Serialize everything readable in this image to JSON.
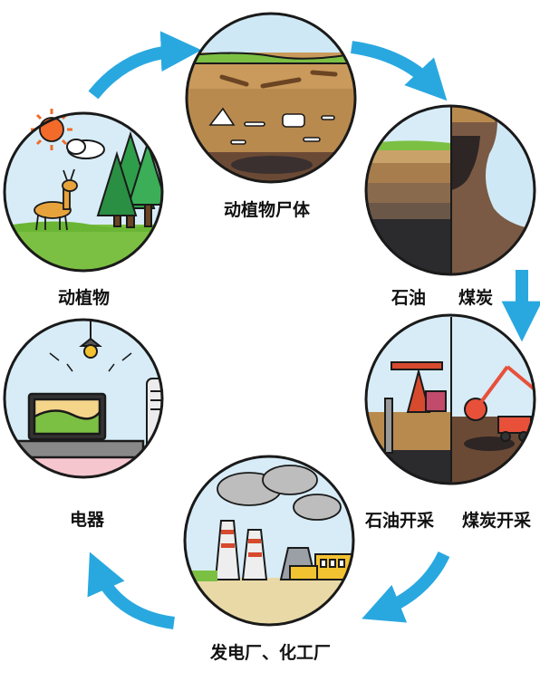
{
  "labels": {
    "plants_animals": "动植物",
    "remains": "动植物尸体",
    "oil": "石油",
    "coal": "煤炭",
    "oil_mining": "石油开采",
    "coal_mining": "煤炭开采",
    "plants": "发电厂、化工厂",
    "appliances": "电器"
  },
  "colors": {
    "arrow": "#29a8e0",
    "outline": "#1a1a1a",
    "sky": "#cfe8f5",
    "grass": "#7cc043",
    "soil": "#b98a4e",
    "coal": "#3a3030",
    "floor": "#f6c6cf"
  }
}
